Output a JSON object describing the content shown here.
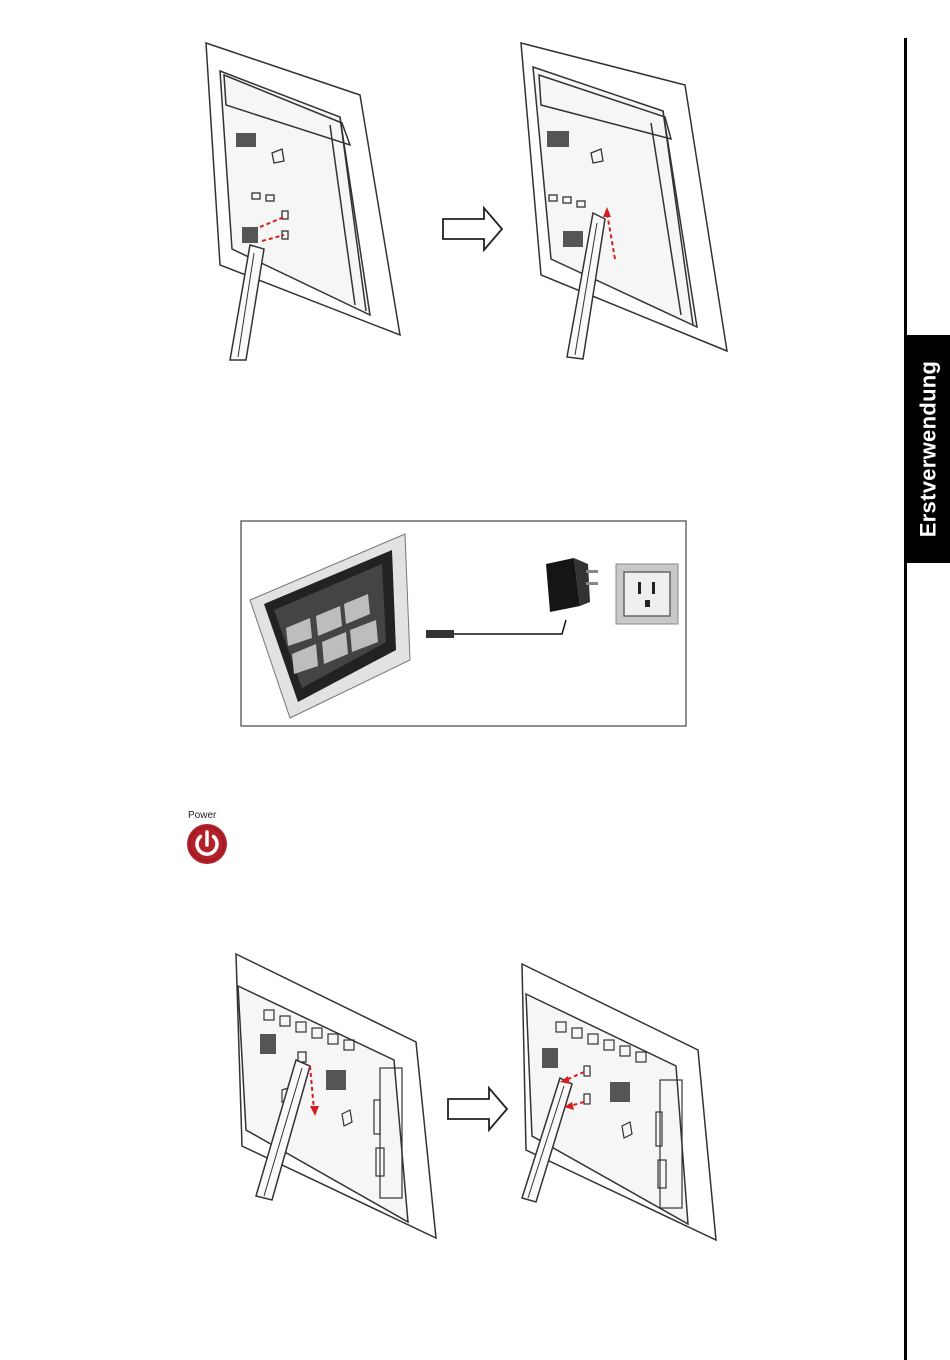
{
  "chapter_tab": {
    "label": "Erstverwendung"
  },
  "power": {
    "label": "Power",
    "icon": "power-icon",
    "color": "#b3202a"
  },
  "colors": {
    "guide_arrow": "#d22020",
    "frame_line": "#333333",
    "tab_bg": "#000000"
  },
  "figures": [
    {
      "name": "portrait-stand-attach",
      "icon": "picture-frame-illustration"
    },
    {
      "name": "portrait-stand-slide-up",
      "icon": "picture-frame-illustration"
    },
    {
      "name": "power-adapter-connection",
      "icon": "frame-adapter-outlet-illustration"
    },
    {
      "name": "landscape-stand-slide-down",
      "icon": "picture-frame-illustration"
    },
    {
      "name": "landscape-stand-attach",
      "icon": "picture-frame-illustration"
    }
  ],
  "step_arrows": [
    {
      "icon": "right-arrow-icon"
    },
    {
      "icon": "right-arrow-icon"
    }
  ]
}
